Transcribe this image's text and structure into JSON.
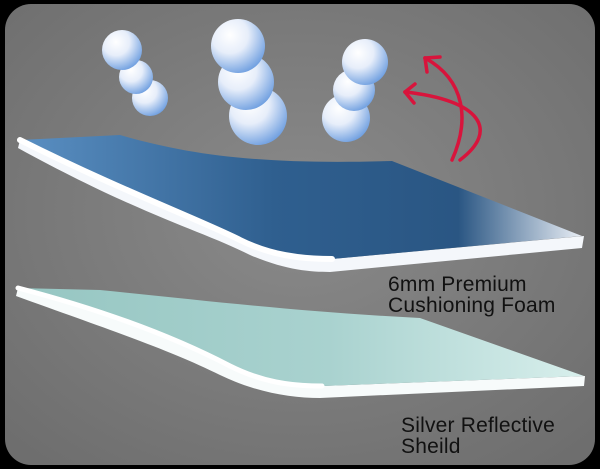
{
  "layers": [
    {
      "name": "foam",
      "label_lines": [
        "6mm Premium",
        "Cushioning Foam"
      ],
      "top_color": "#2f5f8f",
      "top_color_light": "#4a86bd",
      "edge_color": "#ffffff"
    },
    {
      "name": "shield",
      "label_lines": [
        "Silver Reflective",
        "Sheild"
      ],
      "top_color": "#a9d2cf",
      "top_color_light": "#c9e6e2",
      "edge_color": "#ffffff"
    }
  ],
  "colors": {
    "background": "#7a7a7a",
    "frame": "#000000",
    "arrow": "#d8143c",
    "sphere": "#dbe8f8"
  },
  "icons": [
    "air-bubble-icon",
    "curved-arrow-icon"
  ]
}
